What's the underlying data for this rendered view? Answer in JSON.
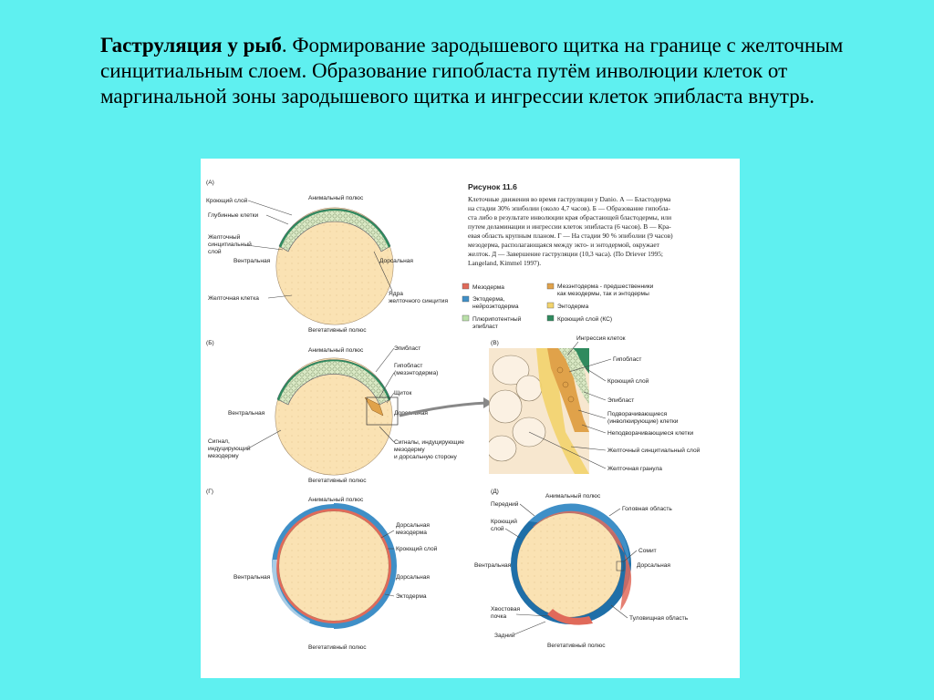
{
  "slide": {
    "title_bold": "Гаструляция у рыб",
    "title_rest": ". Формирование зародышевого щитка на границе с желточным синцитиальным слоем. Образование гипобласта путём инволюции клеток от маргинальной зоны зародышевого щитка и ингрессии клеток эпибласта внутрь."
  },
  "figure": {
    "caption": {
      "heading": "Рисунок 11.6",
      "lines": [
        "Клеточные движения во время гаструляции у Danio. А — Бластодерма",
        "на стадии 30% эпиболии (около 4,7 часов). Б — Образование гипобла-",
        "ста либо в результате инволюции края обрастающей бластодермы, или",
        "путем деламинации и ингрессии клеток эпибласта (6 часов). В — Кра-",
        "евая область крупным планом. Г — На стадии 90 % эпиболии (9 часов)",
        "мезодерма, располагающаяся между экто- и энтодермой, окружает",
        "желток. Д — Завершение гаструляции (10,3 часа). (По Driever 1995;",
        "Langeland, Kimmel 1997)."
      ]
    },
    "legend": [
      {
        "label": "Мезодерма",
        "color": "#e06a5a"
      },
      {
        "label": "Эктодерма, нейроэктодерма",
        "label2": "нейроэктодерма",
        "color": "#3f8fc7"
      },
      {
        "label": "Плюрипотентный",
        "label2": "эпибласт",
        "color": "#b9e0a8"
      },
      {
        "label": "Мезэнтодерма - предшественники",
        "label2": "как мезодермы, так и энтодермы",
        "color": "#e0a24a"
      },
      {
        "label": "Энтодерма",
        "color": "#f2d36c"
      },
      {
        "label": "Кроющий слой (КС)",
        "color": "#2f8a5e"
      }
    ],
    "panelA": {
      "tag": "(А)",
      "labels": {
        "covering": "Кроющий слой",
        "deep": "Глубинные клетки",
        "ysl1": "Желточный",
        "ysl2": "синцитиальный",
        "ysl3": "слой",
        "ventral": "Вентральная",
        "dorsal": "Дорсальная",
        "yolk": "Желточная клетка",
        "nuclei1": "Ядра",
        "nuclei2": "желточного синцития",
        "animal": "Анимальный полюс",
        "vegetal": "Вегетативный полюс"
      }
    },
    "panelB": {
      "tag": "(Б)",
      "labels": {
        "animal": "Анимальный полюс",
        "epiblast": "Эпибласт",
        "hypo1": "Гипобласт",
        "hypo2": "(мезэнтодерма)",
        "shield": "Щиток",
        "ventral": "Вентральная",
        "dorsal": "Дорсальная",
        "sig1": "Сигнал,",
        "sig2": "индуцирующий",
        "sig3": "мезодерму",
        "sigd1": "Сигналы, индуцирующие",
        "sigd2": "мезодерму",
        "sigd3": "и дорсальную сторону",
        "vegetal": "Вегетативный полюс"
      }
    },
    "panelV": {
      "tag": "(В)",
      "labels": {
        "ingression": "Ингрессия клеток",
        "hypoblast": "Гипобласт",
        "covering": "Кроющий слой",
        "epiblast": "Эпибласт",
        "inv1": "Подворачивающиеся",
        "inv2": "(инволюирующие) клетки",
        "noninv": "Неподворачивающиеся клетки",
        "ysl": "Желточный синцитиальный слой",
        "granule": "Желточная гранула"
      }
    },
    "panelG": {
      "tag": "(Г)",
      "labels": {
        "animal": "Анимальный полюс",
        "dmeso1": "Дорсальная",
        "dmeso2": "мезодерма",
        "covering": "Кроющий слой",
        "ventral": "Вентральная",
        "dorsal": "Дорсальная",
        "ecto": "Эктодерма",
        "vegetal": "Вегетативный полюс"
      }
    },
    "panelD": {
      "tag": "(Д)",
      "labels": {
        "anterior": "Передний",
        "animal": "Анимальный полюс",
        "head": "Головная область",
        "cov1": "Кроющий",
        "cov2": "слой",
        "somite": "Сомит",
        "ventral": "Вентральная",
        "dorsal": "Дорсальная",
        "tail1": "Хвостовая",
        "tail2": "почка",
        "trunk": "Туловищная область",
        "posterior": "Задний",
        "vegetal": "Вегетативный полюс"
      }
    }
  }
}
